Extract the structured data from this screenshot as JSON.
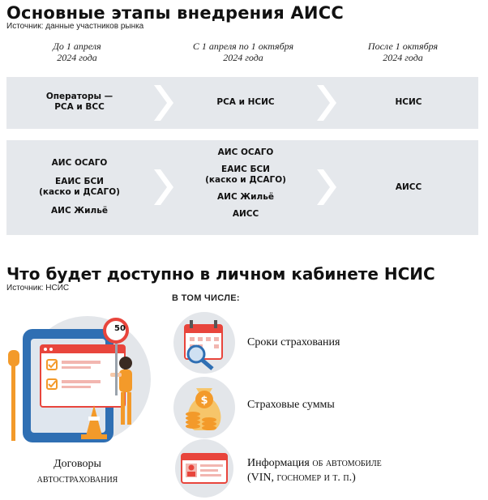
{
  "section1": {
    "title": "Основные этапы внедрения АИСС",
    "source": "Источник: данные участников рынка",
    "columns": [
      {
        "line1": "До 1 апреля",
        "line2": "2024 года"
      },
      {
        "line1": "С 1 апреля по 1 октября",
        "line2": "2024 года"
      },
      {
        "line1": "После 1 октября",
        "line2": "2024 года"
      }
    ],
    "row1": [
      "Операторы —\nРСА и ВСС",
      "РСА и НСИС",
      "НСИС"
    ],
    "row2": {
      "col1": [
        "АИС ОСАГО",
        "ЕАИС БСИ",
        "(каско и ДСАГО)",
        "АИС Жильё"
      ],
      "col2": [
        "АИС ОСАГО",
        "ЕАИС БСИ",
        "(каско и ДСАГО)",
        "АИС Жильё",
        "АИСС"
      ],
      "col3": [
        "АИСС"
      ]
    }
  },
  "section2": {
    "title": "Что будет доступно в личном кабинете НСИС",
    "source": "Источник: НСИС",
    "included_label": "В ТОМ ЧИСЛЕ:",
    "main_caption_line1": "Договоры",
    "main_caption_line2": "автострахования",
    "speed_sign": "50",
    "features": [
      {
        "line1": "Сроки страхования",
        "line2": ""
      },
      {
        "line1": "Страховые суммы",
        "line2": ""
      },
      {
        "line1": "Информация об автомобиле",
        "line2": "(VIN, госномер и т. п.)"
      }
    ]
  },
  "colors": {
    "band": "#e5e8ec",
    "accent_red": "#e8453c",
    "accent_orange": "#f39a2a",
    "circle": "#e3e6ea"
  },
  "icons": [
    "chevron-right-icon",
    "calendar-magnifier-icon",
    "money-bag-icon",
    "id-card-icon",
    "tablet-contract-icon",
    "speed-sign-icon",
    "traffic-cone-icon"
  ]
}
